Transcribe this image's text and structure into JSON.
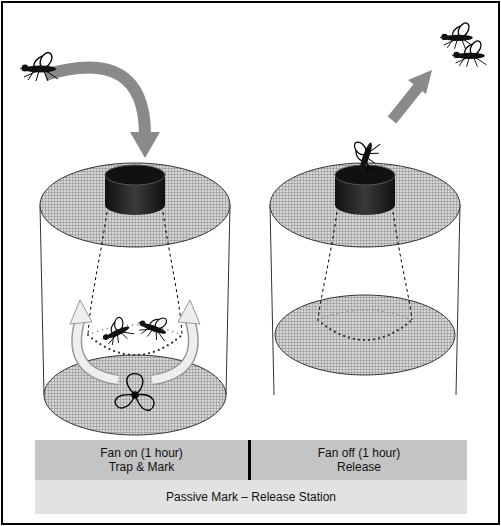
{
  "diagram": {
    "nodes": [
      {
        "text": [
          "Fan on (1 hour) Trap & Mark"
        ]
      },
      {
        "text": [
          "Fan off (1 hour) Release"
        ]
      },
      {
        "text": [
          "Passive Mark – Release Station"
        ]
      }
    ]
  }
}
